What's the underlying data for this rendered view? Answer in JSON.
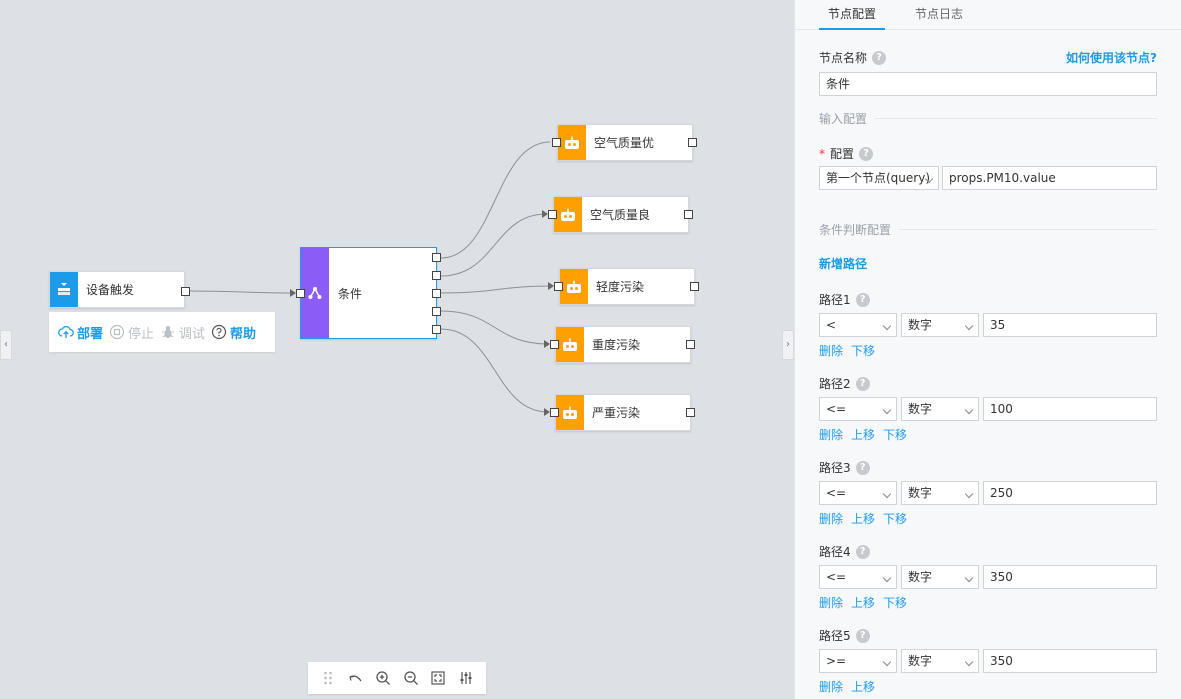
{
  "canvas": {
    "nodes": {
      "trigger": {
        "label": "设备触发"
      },
      "condition": {
        "label": "条件"
      },
      "outputs": [
        {
          "label": "空气质量优"
        },
        {
          "label": "空气质量良"
        },
        {
          "label": "轻度污染"
        },
        {
          "label": "重度污染"
        },
        {
          "label": "严重污染"
        }
      ]
    },
    "actions": {
      "deploy": "部署",
      "stop": "停止",
      "debug": "调试",
      "help": "帮助"
    },
    "colors": {
      "canvas_bg": "#dde0e4",
      "accent": "#1c9ce8",
      "trigger_head": "#1c9ce8",
      "condition_head": "#8b5cf6",
      "output_head": "#ffa000"
    },
    "toolbar_icons": [
      "drag-handle-icon",
      "undo-icon",
      "zoom-in-icon",
      "zoom-out-icon",
      "fit-screen-icon",
      "settings-sliders-icon"
    ]
  },
  "panel": {
    "tabs": [
      {
        "label": "节点配置",
        "active": true
      },
      {
        "label": "节点日志",
        "active": false
      }
    ],
    "node_name_label": "节点名称",
    "help_link": "如何使用该节点?",
    "node_name_value": "条件",
    "input_section": "输入配置",
    "config_label": "配置",
    "required_mark": "*",
    "config_source": "第一个节点(query)",
    "config_value": "props.PM10.value",
    "condition_section": "条件判断配置",
    "add_path": "新增路径",
    "delete_label": "删除",
    "up_label": "上移",
    "down_label": "下移",
    "paths": [
      {
        "label": "路径1",
        "operator": "<",
        "type": "数字",
        "value": "35"
      },
      {
        "label": "路径2",
        "operator": "<=",
        "type": "数字",
        "value": "100"
      },
      {
        "label": "路径3",
        "operator": "<=",
        "type": "数字",
        "value": "250"
      },
      {
        "label": "路径4",
        "operator": "<=",
        "type": "数字",
        "value": "350"
      },
      {
        "label": "路径5",
        "operator": ">=",
        "type": "数字",
        "value": "350"
      }
    ]
  }
}
